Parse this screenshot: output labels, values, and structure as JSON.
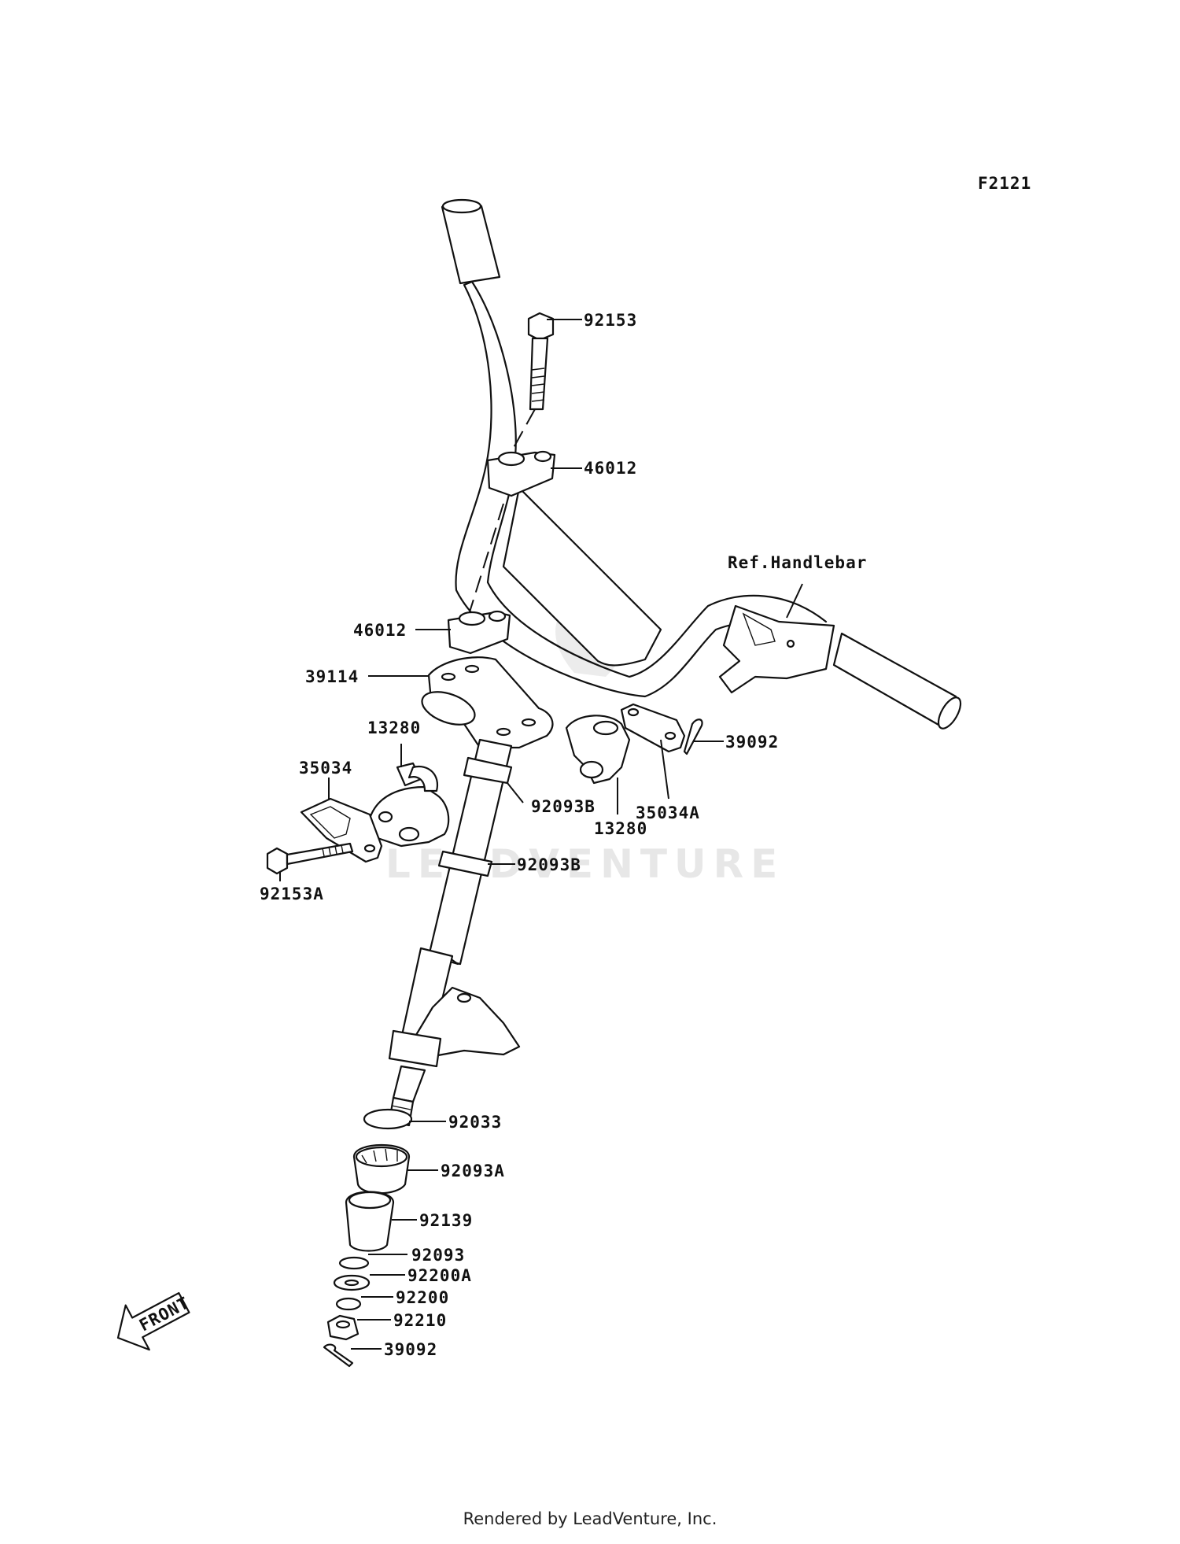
{
  "figure_code": "F2121",
  "watermark": "LEADVENTURE",
  "ref_label": "Ref.Handlebar",
  "front_label": "FRONT",
  "footer": "Rendered by LeadVenture, Inc.",
  "callouts": [
    {
      "id": "c-92153",
      "text": "92153"
    },
    {
      "id": "c-46012-upper",
      "text": "46012"
    },
    {
      "id": "c-46012-lower",
      "text": "46012"
    },
    {
      "id": "c-39114",
      "text": "39114"
    },
    {
      "id": "c-13280-left",
      "text": "13280"
    },
    {
      "id": "c-35034",
      "text": "35034"
    },
    {
      "id": "c-39092-right",
      "text": "39092"
    },
    {
      "id": "c-92093B-upper",
      "text": "92093B"
    },
    {
      "id": "c-13280-right",
      "text": "13280"
    },
    {
      "id": "c-35034A",
      "text": "35034A"
    },
    {
      "id": "c-92093B-lower",
      "text": "92093B"
    },
    {
      "id": "c-92153A",
      "text": "92153A"
    },
    {
      "id": "c-92033",
      "text": "92033"
    },
    {
      "id": "c-92093A",
      "text": "92093A"
    },
    {
      "id": "c-92139",
      "text": "92139"
    },
    {
      "id": "c-92093",
      "text": "92093"
    },
    {
      "id": "c-92200A",
      "text": "92200A"
    },
    {
      "id": "c-92200",
      "text": "92200"
    },
    {
      "id": "c-92210",
      "text": "92210"
    },
    {
      "id": "c-39092-lower",
      "text": "39092"
    }
  ]
}
